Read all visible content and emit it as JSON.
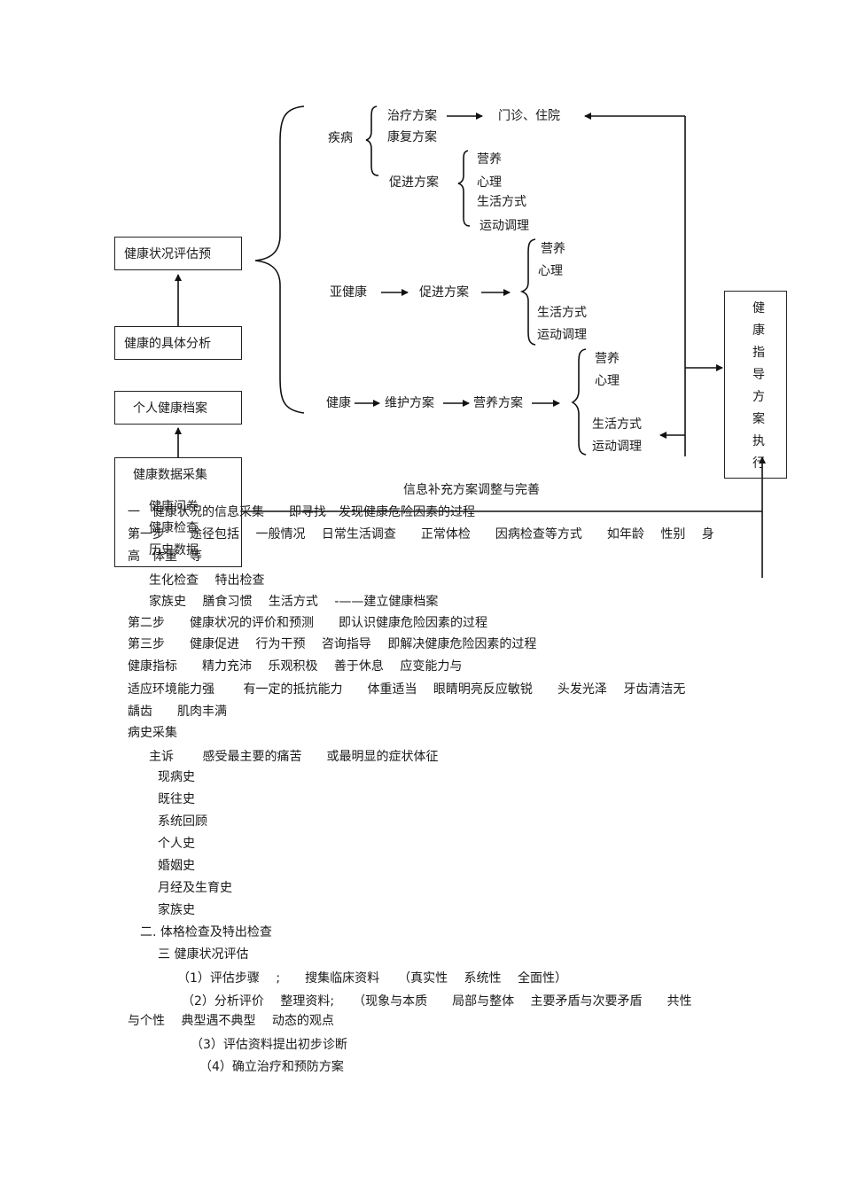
{
  "diagram": {
    "boxes": {
      "assess_predict": "健康状况评估预",
      "specific_analysis": "健康的具体分析",
      "personal_record": "个人健康档案",
      "data_collection": "健康数据采集",
      "collection_items": [
        "健康问卷",
        "健康检查",
        "历史数据"
      ]
    },
    "branches": {
      "disease": "疾病",
      "sub_health": "亚健康",
      "health": "健康"
    },
    "disease": {
      "treatment": "治疗方案",
      "rehab": "康复方案",
      "promotion": "促进方案",
      "outpatient": "门诊、住院",
      "items": [
        "营养",
        "心理",
        "生活方式",
        "运动调理"
      ]
    },
    "sub_health": {
      "promotion": "促进方案",
      "items": [
        "营养",
        "心理",
        "生活方式",
        "运动调理"
      ]
    },
    "health": {
      "maintain": "维护方案",
      "nutrition": "营养方案",
      "items": [
        "营养",
        "心理",
        "生活方式",
        "运动调理"
      ]
    },
    "execute_box": [
      "健",
      "康",
      "指",
      "导",
      "方",
      "案",
      "执",
      "行"
    ],
    "feedback_label": "信息补充方案调整与完善"
  },
  "text": {
    "l1": "一　健康状况的信息采集　　即寻找　发现健康危险因素的过程",
    "l2": "第一步　　途径包括　 一般情况　 日常生活调查　　正常体检　　因病检查等方式　　如年龄　 性别　 身",
    "l3": "高　体重　等",
    "l4": "生化检查　 特出检查",
    "l5": "家族史　 膳食习惯　 生活方式　 -——建立健康档案",
    "l6": "第二步　　健康状况的评价和预测　　即认识健康危险因素的过程",
    "l7": "第三步　　健康促进　 行为干预　 咨询指导　 即解决健康危险因素的过程",
    "l8": "健康指标　　精力充沛　 乐观积极　 善于休息　 应变能力与",
    "l9": "适应环境能力强　　 有一定的抵抗能力　　体重适当　 眼睛明亮反应敏锐　　头发光泽　 牙齿清洁无",
    "l10": "龋齿　　肌肉丰满",
    "l11": "病史采集",
    "l12": "主诉　　 感受最主要的痛苦　　或最明显的症状体征",
    "history": [
      "现病史",
      "既往史",
      "系统回顾",
      "个人史",
      "婚姻史",
      "月经及生育史",
      "家族史"
    ],
    "l20": "二. 体格检查及特出检查",
    "l21": "三  健康状况评估",
    "l22": "（1）评估步骤　 ;　　搜集临床资料　　（真实性　 系统性　 全面性）",
    "l23": "（2）分析评价　 整理资料;　　（现象与本质　　局部与整体　 主要矛盾与次要矛盾　　共性",
    "l24": "与个性　 典型遇不典型　 动态的观点",
    "l25": "（3）评估资料提出初步诊断",
    "l26": "（4）确立治疗和预防方案"
  }
}
